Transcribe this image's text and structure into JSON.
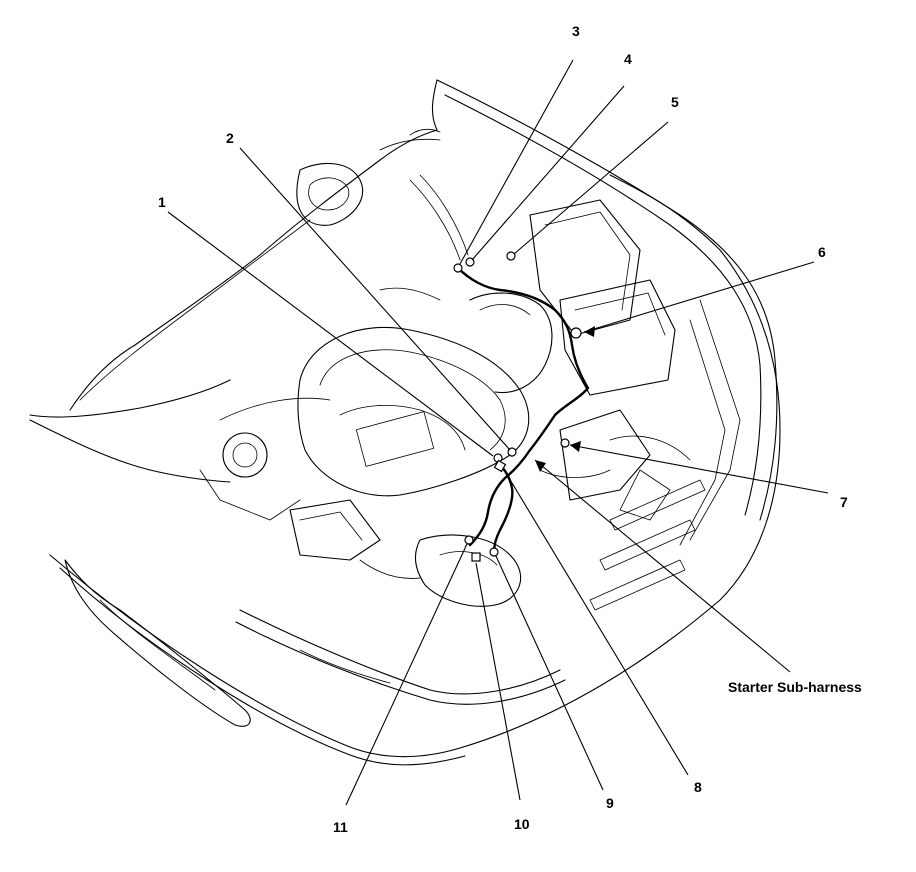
{
  "callouts": [
    {
      "id": "1",
      "text": "1"
    },
    {
      "id": "2",
      "text": "2"
    },
    {
      "id": "3",
      "text": "3"
    },
    {
      "id": "4",
      "text": "4"
    },
    {
      "id": "5",
      "text": "5"
    },
    {
      "id": "6",
      "text": "6"
    },
    {
      "id": "7",
      "text": "7"
    },
    {
      "id": "8",
      "text": "8"
    },
    {
      "id": "9",
      "text": "9"
    },
    {
      "id": "10",
      "text": "10"
    },
    {
      "id": "11",
      "text": "11"
    }
  ],
  "starter_sub_harness_label": "Starter Sub-harness"
}
